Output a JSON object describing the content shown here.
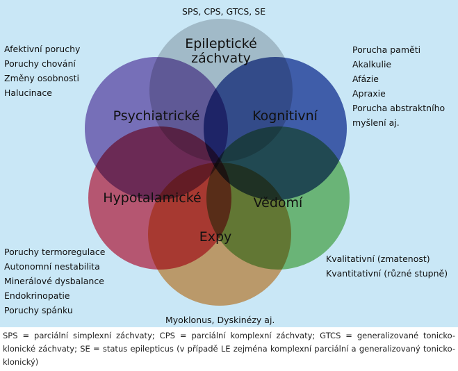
{
  "top_label": "SPS, CPS, GTCS, SE",
  "bottom_label": "Myoklonus, Dyskinézy aj.",
  "circles": {
    "epilepticke": {
      "label_line1": "Epileptické",
      "label_line2": "záchvaty",
      "color": "#c7c9cb"
    },
    "psychiatricke": {
      "label": "Psychiatrické",
      "color": "#8b6bb8"
    },
    "kognitivni": {
      "label": "Kognitivní",
      "color": "#3d55a6"
    },
    "hypotalamicke": {
      "label": "Hypotalamické",
      "color": "#e34e66"
    },
    "vedomi": {
      "label": "Vědomí",
      "color": "#79c16d"
    },
    "expy": {
      "label": "Expy",
      "color": "#eaa05e"
    }
  },
  "left_top_list": [
    "Afektivní poruchy",
    "Poruchy chování",
    "Změny osobnosti",
    "Halucinace"
  ],
  "right_top_list": [
    "Porucha paměti",
    "Akalkulie",
    "Afázie",
    "Apraxie",
    "Porucha abstraktního",
    "myšlení aj."
  ],
  "left_bottom_list": [
    "Poruchy termoregulace",
    "Autonomní nestabilita",
    "Minerálové dysbalance",
    "Endokrinopatie",
    "Poruchy spánku"
  ],
  "right_bottom_list": [
    "Kvalitativní (zmatenost)",
    "Kvantitativní (různé stupně)"
  ],
  "caption": "SPS = parciální simplexní záchvaty; CPS = parciální komplexní záchvaty; GTCS = generalizované tonicko-klonické záchvaty; SE = status epilepticus (v případě LE zejména komplexní parciální a generalizovaný tonicko-klonický)",
  "background_color": "#c9e7f6"
}
